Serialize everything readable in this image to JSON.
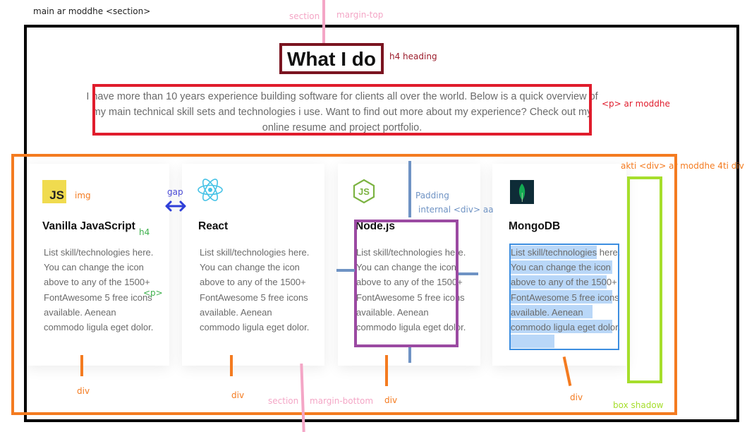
{
  "annotations": {
    "main_section": "main ar moddhe <section>",
    "section_top": "section",
    "margin_top": "margin-top",
    "h4_heading": "h4 heading",
    "p_inside": "<p> ar moddhe",
    "div_inside_4": "akti <div> ar moddhe 4ti div",
    "img": "img",
    "gap": "gap",
    "h4": "h4",
    "p": "<p>",
    "padding": "Padding",
    "internal_div": "internal <div> aa",
    "div1": "div",
    "div2": "div",
    "div3": "div",
    "div4": "div",
    "section_bottom": "section",
    "margin_bottom": "margin-bottom",
    "box_shadow": "box shadow"
  },
  "heading": "What I do",
  "intro": "I have more than 10 years experience building software for clients all over the world. Below is a quick overview of my main technical skill sets and technologies i use. Want to find out more about my experience? Check out my online resume and project portfolio.",
  "cards": [
    {
      "title": "Vanilla JavaScript",
      "logo_text": "JS",
      "icon": "javascript-icon",
      "body": "List skill/technologies here. You can change the icon above to any of the 1500+ FontAwesome 5 free icons available. Aenean commodo ligula eget dolor."
    },
    {
      "title": "React",
      "icon": "react-icon",
      "body": "List skill/technologies here. You can change the icon above to any of the 1500+ FontAwesome 5 free icons available. Aenean commodo ligula eget dolor."
    },
    {
      "title": "Node.js",
      "logo_text": "JS",
      "icon": "nodejs-icon",
      "body": "List skill/technologies here. You can change the icon above to any of the 1500+ FontAwesome 5 free icons available. Aenean commodo ligula eget dolor."
    },
    {
      "title": "MongoDB",
      "icon": "mongodb-icon",
      "body": "List skill/technologies here. You can change the icon above to any of the 1500+ FontAwesome 5 free icons available. Aenean commodo ligula eget dolor."
    }
  ],
  "colors": {
    "main_border": "#000000",
    "heading_border": "#7a1420",
    "p_border": "#e01c2c",
    "div_border": "#f47b20",
    "internal_div_border": "#9b4aa2",
    "box_shadow_border": "#a6de2c",
    "pink_annotation": "#f4a6c6",
    "blue_annotation": "#6f93c4"
  }
}
